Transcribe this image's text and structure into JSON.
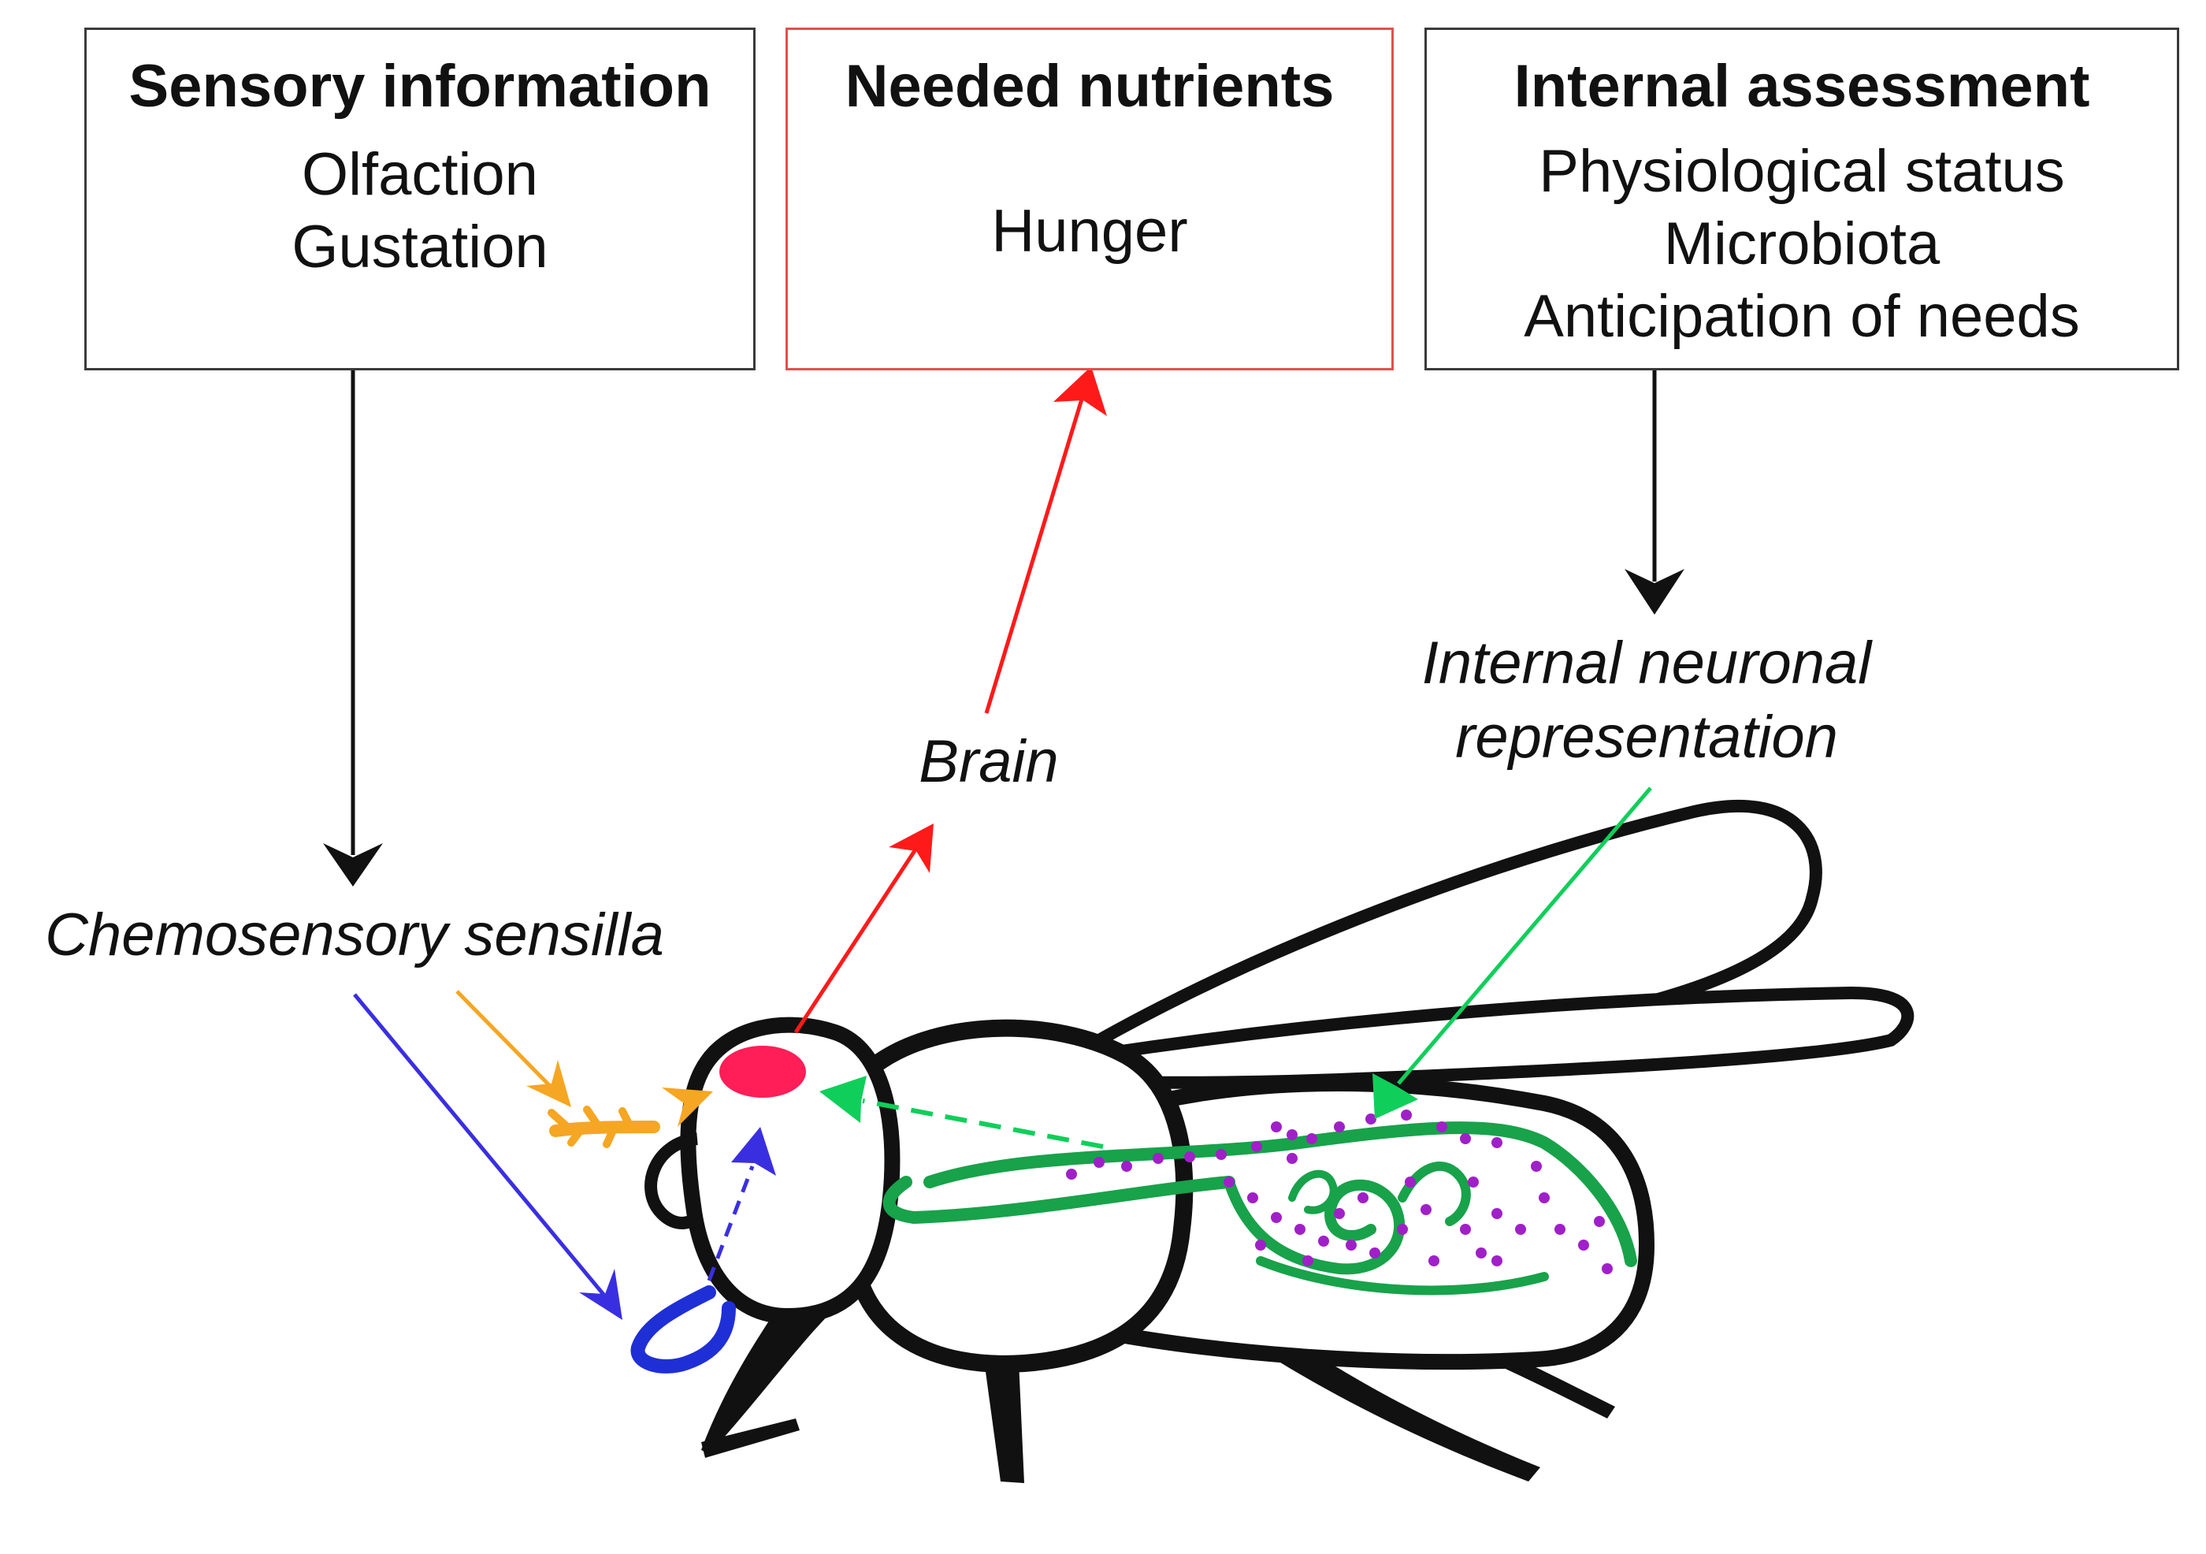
{
  "boxes": {
    "sensory": {
      "title": "Sensory information",
      "lines": [
        "Olfaction",
        "Gustation"
      ]
    },
    "nutrients": {
      "title": "Needed nutrients",
      "lines": [
        "Hunger"
      ]
    },
    "internal": {
      "title": "Internal assessment",
      "lines": [
        "Physiological status",
        "Microbiota",
        "Anticipation of needs"
      ]
    }
  },
  "labels": {
    "chemosensory": "Chemosensory sensilla",
    "brain": "Brain",
    "neuronal_line1": "Internal neuronal",
    "neuronal_line2": "representation"
  },
  "colors": {
    "black": "#111111",
    "red": "#ff1a1a",
    "brain_spot": "#ff1e57",
    "orange": "#f5a623",
    "blue": "#3a2fe0",
    "proboscis": "#1f2fd6",
    "green": "#0fcf5a",
    "gut": "#18a24a",
    "dots": "#a020c8",
    "box_border": "#3a3a3a",
    "nutrients_border": "#e0504f"
  }
}
